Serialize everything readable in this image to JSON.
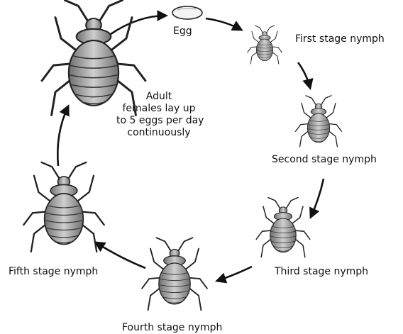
{
  "labels": {
    "egg": "Egg",
    "first_stage": "First stage nymph",
    "second_stage": "Second stage nymph",
    "third_stage": "Third stage nymph",
    "fourth_stage": "Fourth stage nymph",
    "fifth_stage": "Fifth stage nymph",
    "adult_line1": "Adult",
    "adult_line2": "females lay up",
    "adult_line3": "to 5 eggs per day",
    "adult_line4": "continuously"
  },
  "colors": {
    "ink": "#111111",
    "body_fill": "#b9b9b9",
    "body_dark": "#7d7d7d",
    "arrow": "#111111"
  }
}
